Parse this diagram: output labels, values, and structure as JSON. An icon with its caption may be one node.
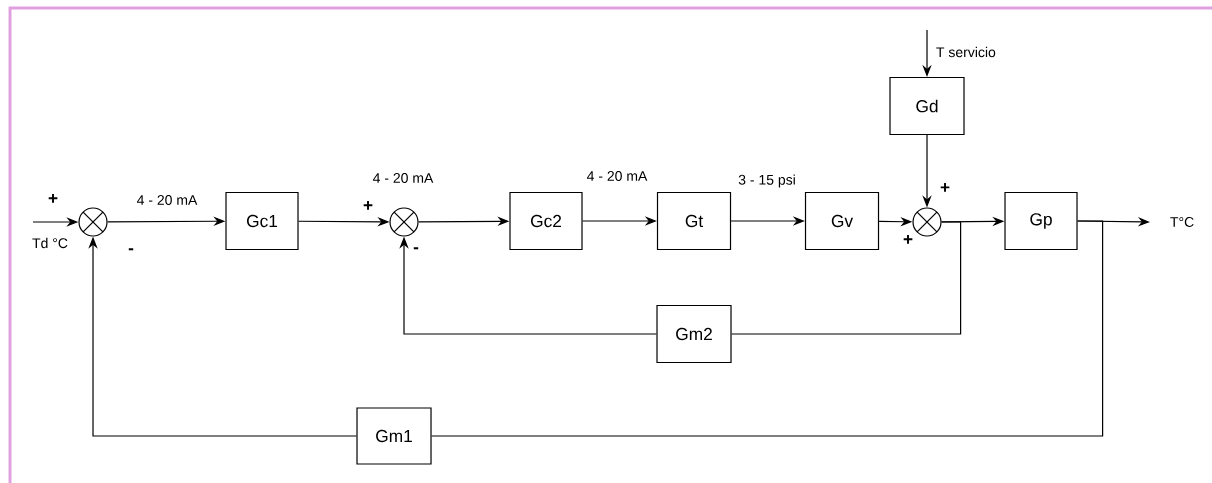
{
  "diagram": {
    "nodes": [
      {
        "text": [],
        "shape": "circle"
      },
      {
        "text": [
          "Gc1"
        ]
      },
      {
        "text": [],
        "shape": "circle"
      },
      {
        "text": [
          "Gc2"
        ]
      },
      {
        "text": [
          "Gt"
        ]
      },
      {
        "text": [
          "Gv"
        ]
      },
      {
        "text": [
          "Gd"
        ]
      },
      {
        "text": [],
        "shape": "circle"
      },
      {
        "text": [
          "Gp"
        ]
      },
      {
        "text": [
          "Gm2"
        ]
      },
      {
        "text": [
          "Gm1"
        ]
      }
    ],
    "edges": [
      {
        "from": null,
        "to": 0,
        "arrow": "to",
        "label": "Td °C"
      },
      {
        "from": 0,
        "to": 1,
        "arrow": "to",
        "label": "4 - 20 mA"
      },
      {
        "from": 1,
        "to": 2,
        "arrow": "to",
        "label": "4 - 20 mA"
      },
      {
        "from": 2,
        "to": 3,
        "arrow": "to"
      },
      {
        "from": 3,
        "to": 4,
        "arrow": "to",
        "label": "4 - 20 mA"
      },
      {
        "from": 4,
        "to": 5,
        "arrow": "to",
        "label": "3 - 15 psi"
      },
      {
        "from": 5,
        "to": 7,
        "arrow": "to"
      },
      {
        "from": null,
        "to": 6,
        "arrow": "to",
        "label": "T servicio"
      },
      {
        "from": 6,
        "to": 7,
        "arrow": "to"
      },
      {
        "from": 7,
        "to": 8,
        "arrow": "to"
      },
      {
        "from": 8,
        "to": null,
        "arrow": "to",
        "label": "T°C"
      },
      {
        "from": 7,
        "to": 9,
        "arrow": "none"
      },
      {
        "from": 9,
        "to": 2,
        "arrow": "to"
      },
      {
        "from": 8,
        "to": 10,
        "arrow": "none"
      },
      {
        "from": 10,
        "to": 0,
        "arrow": "to"
      }
    ],
    "labels": [
      "+",
      "-",
      "+",
      "-",
      "+",
      "+"
    ]
  }
}
